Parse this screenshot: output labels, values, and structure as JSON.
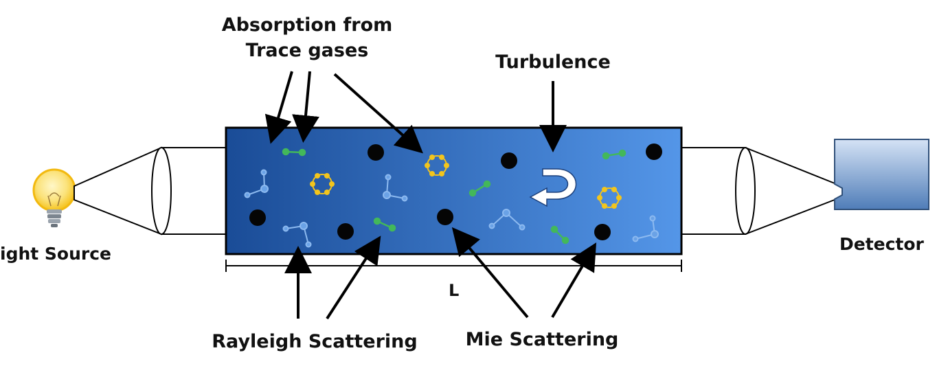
{
  "labels": {
    "absorption_line1": "Absorption from",
    "absorption_line2": "Trace gases",
    "turbulence": "Turbulence",
    "light_source": "ight Source",
    "detector": "Detector",
    "length": "L",
    "rayleigh": "Rayleigh Scattering",
    "mie": "Mie Scattering"
  },
  "colors": {
    "tube_dark": "#1a4c97",
    "tube_light": "#5496e8",
    "bulb": "#f7c623",
    "detector_dark": "#4f7db8",
    "detector_light": "#d5e3f5",
    "particle": "#050505",
    "ring_node": "#f3c51c",
    "green_molecule": "#43b85a",
    "blue_molecule": "#7fb0e8"
  }
}
